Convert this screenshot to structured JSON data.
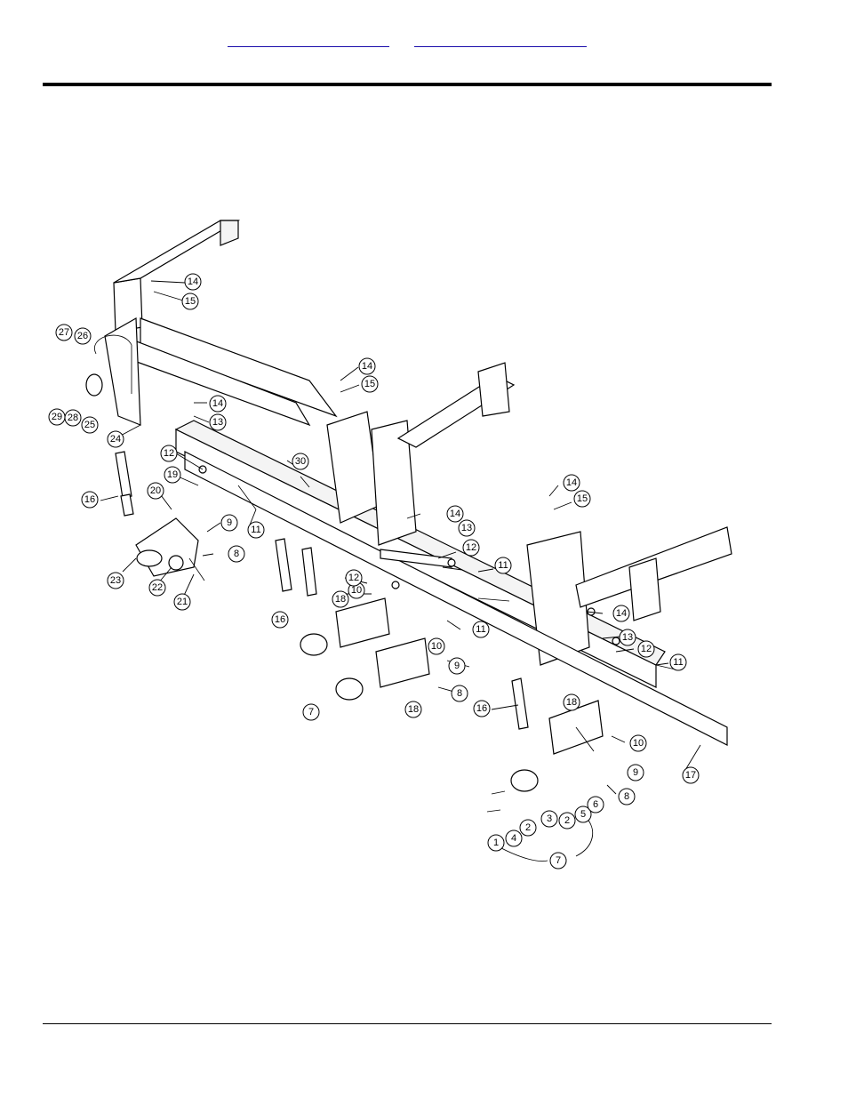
{
  "header": {
    "links": [
      {
        "text": ""
      },
      {
        "text": ""
      }
    ]
  },
  "diagram": {
    "callouts": [
      "1",
      "2",
      "3",
      "4",
      "5",
      "6",
      "7",
      "8",
      "9",
      "10",
      "11",
      "12",
      "13",
      "14",
      "15",
      "16",
      "17",
      "18",
      "19",
      "20",
      "21",
      "22",
      "23",
      "24",
      "25",
      "26",
      "27",
      "28",
      "29",
      "30"
    ]
  }
}
